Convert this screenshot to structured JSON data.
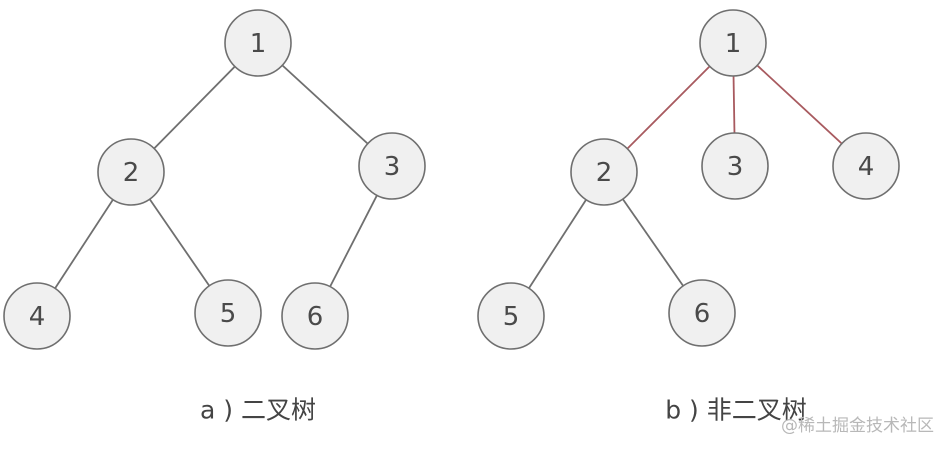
{
  "colors": {
    "edge_default": "#6f6f6f",
    "edge_highlight": "#a85a5f",
    "node_fill": "#f0f0f0",
    "node_stroke": "#6f6f6f"
  },
  "diagrams": [
    {
      "caption": "a ) 二叉树",
      "nodes": [
        {
          "id": "a1",
          "label": "1"
        },
        {
          "id": "a2",
          "label": "2"
        },
        {
          "id": "a3",
          "label": "3"
        },
        {
          "id": "a4",
          "label": "4"
        },
        {
          "id": "a5",
          "label": "5"
        },
        {
          "id": "a6",
          "label": "6"
        }
      ],
      "edges": [
        {
          "from": "a1",
          "to": "a2",
          "style": "default"
        },
        {
          "from": "a1",
          "to": "a3",
          "style": "default"
        },
        {
          "from": "a2",
          "to": "a4",
          "style": "default"
        },
        {
          "from": "a2",
          "to": "a5",
          "style": "default"
        },
        {
          "from": "a3",
          "to": "a6",
          "style": "default"
        }
      ]
    },
    {
      "caption": "b ) 非二叉树",
      "nodes": [
        {
          "id": "b1",
          "label": "1"
        },
        {
          "id": "b2",
          "label": "2"
        },
        {
          "id": "b3",
          "label": "3"
        },
        {
          "id": "b4",
          "label": "4"
        },
        {
          "id": "b5",
          "label": "5"
        },
        {
          "id": "b6",
          "label": "6"
        }
      ],
      "edges": [
        {
          "from": "b1",
          "to": "b2",
          "style": "highlight"
        },
        {
          "from": "b1",
          "to": "b3",
          "style": "highlight"
        },
        {
          "from": "b1",
          "to": "b4",
          "style": "highlight"
        },
        {
          "from": "b2",
          "to": "b5",
          "style": "default"
        },
        {
          "from": "b2",
          "to": "b6",
          "style": "default"
        }
      ]
    }
  ],
  "watermark": "@稀土掘金技术社区"
}
